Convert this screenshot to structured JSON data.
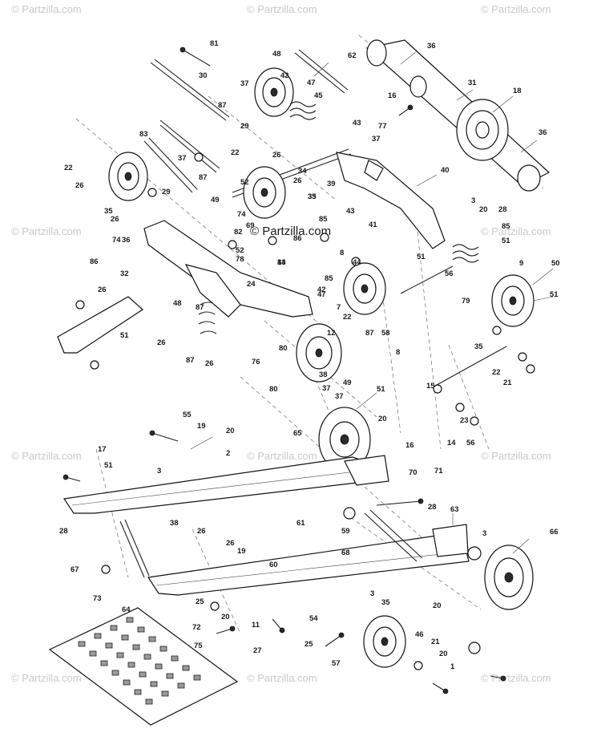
{
  "watermark_text": "© Partzilla.com",
  "watermark_center_text": "© Partzilla.com",
  "callouts": [
    "81",
    "48",
    "62",
    "36",
    "30",
    "37",
    "42",
    "47",
    "87",
    "45",
    "31",
    "18",
    "16",
    "83",
    "29",
    "77",
    "37",
    "22",
    "26",
    "43",
    "36",
    "22",
    "26",
    "37",
    "34",
    "40",
    "87",
    "49",
    "35",
    "26",
    "39",
    "29",
    "26",
    "35",
    "52",
    "33",
    "85",
    "43",
    "41",
    "3",
    "20",
    "28",
    "85",
    "74",
    "69",
    "82",
    "86",
    "8",
    "13",
    "74",
    "36",
    "86",
    "78",
    "84",
    "44",
    "51",
    "51",
    "32",
    "24",
    "85",
    "47",
    "42",
    "56",
    "9",
    "50",
    "87",
    "52",
    "48",
    "7",
    "79",
    "51",
    "26",
    "22",
    "87",
    "58",
    "8",
    "35",
    "51",
    "80",
    "12",
    "26",
    "26",
    "87",
    "80",
    "37",
    "15",
    "76",
    "22",
    "21",
    "38",
    "49",
    "37",
    "51",
    "23",
    "14",
    "56",
    "55",
    "19",
    "20",
    "2",
    "20",
    "65",
    "16",
    "17",
    "3",
    "70",
    "71",
    "51",
    "28",
    "63",
    "26",
    "38",
    "61",
    "59",
    "66",
    "28",
    "26",
    "19",
    "68",
    "60",
    "3",
    "67",
    "25",
    "72",
    "73",
    "3",
    "20",
    "64",
    "11",
    "75",
    "20",
    "54",
    "35",
    "27",
    "25",
    "57",
    "46",
    "21",
    "20",
    "1"
  ]
}
